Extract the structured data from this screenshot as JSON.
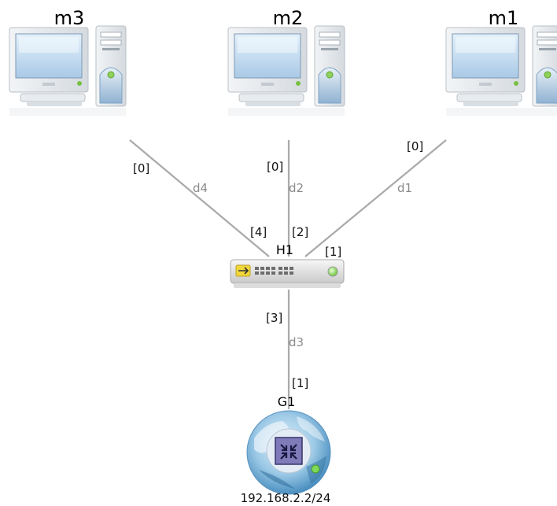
{
  "nodes": {
    "m1": {
      "name": "m1",
      "port": "[0]"
    },
    "m2": {
      "name": "m2",
      "port": "[0]"
    },
    "m3": {
      "name": "m3",
      "port": "[0]"
    },
    "hub": {
      "name": "H1",
      "ports": {
        "p1": "[1]",
        "p2": "[2]",
        "p3": "[3]",
        "p4": "[4]"
      }
    },
    "gateway": {
      "name": "G1",
      "port": "[1]",
      "ip": "192.168.2.2/24"
    }
  },
  "links": {
    "d1": "d1",
    "d2": "d2",
    "d3": "d3",
    "d4": "d4"
  },
  "colors": {
    "link": "#a9a9a9",
    "link_label": "#8a8a8a",
    "led_green": "#7ed957"
  }
}
